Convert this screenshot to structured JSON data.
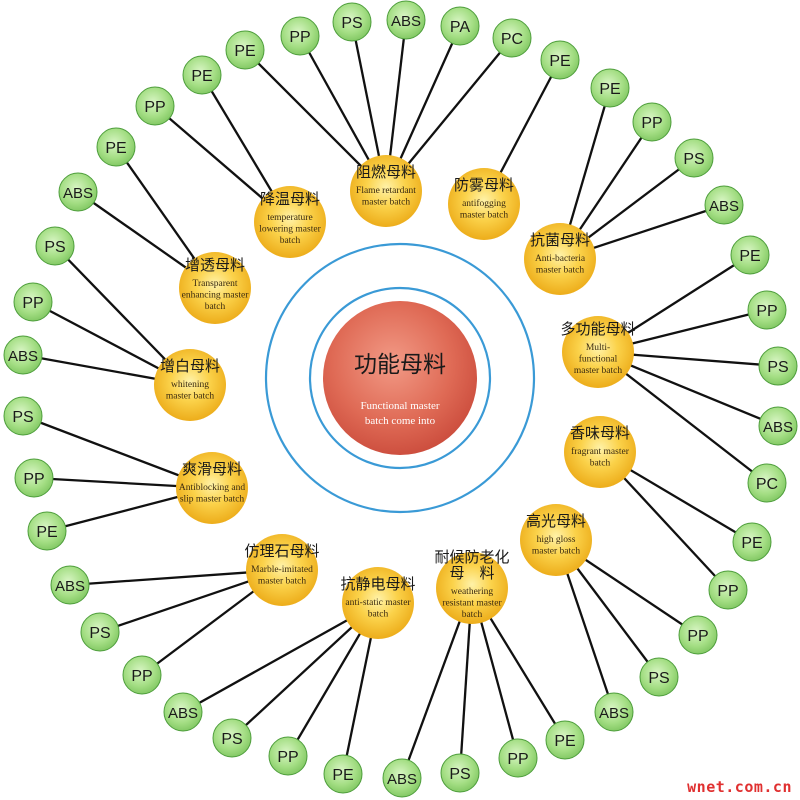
{
  "center": {
    "title_cn": "功能母料",
    "title_en_lines": [
      "Functional master",
      "batch come into"
    ]
  },
  "categories": [
    {
      "id": "flame",
      "cn_lines": [
        "阻燃母料"
      ],
      "en_lines": [
        "Flame retardant",
        "master batch"
      ],
      "materials": [
        "PE",
        "PP",
        "PS",
        "ABS",
        "PA",
        "PC"
      ]
    },
    {
      "id": "antifog",
      "cn_lines": [
        "防雾母料"
      ],
      "en_lines": [
        "antifogging",
        "master batch"
      ],
      "materials": [
        "PE"
      ]
    },
    {
      "id": "antibac",
      "cn_lines": [
        "抗菌母料"
      ],
      "en_lines": [
        "Anti-bacteria",
        "master batch"
      ],
      "materials": [
        "PE",
        "PP",
        "PS",
        "ABS"
      ]
    },
    {
      "id": "multi",
      "cn_lines": [
        "多功能母料"
      ],
      "en_lines": [
        "Multi-",
        "functional",
        "master batch"
      ],
      "materials": [
        "PE",
        "PP",
        "PS",
        "ABS",
        "PC"
      ]
    },
    {
      "id": "fragrant",
      "cn_lines": [
        "香味母料"
      ],
      "en_lines": [
        "fragrant master",
        "batch"
      ],
      "materials": [
        "PE",
        "PP"
      ]
    },
    {
      "id": "gloss",
      "cn_lines": [
        "高光母料"
      ],
      "en_lines": [
        "high gloss",
        "master batch"
      ],
      "materials": [
        "PP",
        "PS",
        "ABS"
      ]
    },
    {
      "id": "weather",
      "cn_lines": [
        "耐候防老化",
        "母　料"
      ],
      "en_lines": [
        "weathering",
        "resistant master",
        "batch"
      ],
      "materials": [
        "PE",
        "PP",
        "PS",
        "ABS"
      ]
    },
    {
      "id": "antistatic",
      "cn_lines": [
        "抗静电母料"
      ],
      "en_lines": [
        "anti-static master",
        "batch"
      ],
      "materials": [
        "PE",
        "PP",
        "PS",
        "ABS"
      ]
    },
    {
      "id": "marble",
      "cn_lines": [
        "仿理石母料"
      ],
      "en_lines": [
        "Marble-imitated",
        "master batch"
      ],
      "materials": [
        "PP",
        "PS",
        "ABS"
      ]
    },
    {
      "id": "antiblock",
      "cn_lines": [
        "爽滑母料"
      ],
      "en_lines": [
        "Antiblocking and",
        "slip master batch"
      ],
      "materials": [
        "PE",
        "PP",
        "PS"
      ]
    },
    {
      "id": "whiten",
      "cn_lines": [
        "增白母料"
      ],
      "en_lines": [
        "whitening",
        "master batch"
      ],
      "materials": [
        "ABS",
        "PP",
        "PS"
      ]
    },
    {
      "id": "transp",
      "cn_lines": [
        "增透母料"
      ],
      "en_lines": [
        "Transparent",
        "enhancing master",
        "batch"
      ],
      "materials": [
        "ABS",
        "PE"
      ]
    },
    {
      "id": "templow",
      "cn_lines": [
        "降温母料"
      ],
      "en_lines": [
        "temperature",
        "lowering master",
        "batch"
      ],
      "materials": [
        "PP",
        "PE"
      ]
    }
  ],
  "watermark": "wnet.com.cn",
  "colors": {
    "center_fill": "#de6e58",
    "ring": "#3a9ad6",
    "category_fill": "#f4bd1a",
    "material_fill": "#9ad872",
    "material_stroke": "#4e9e3c",
    "line": "#111111"
  }
}
